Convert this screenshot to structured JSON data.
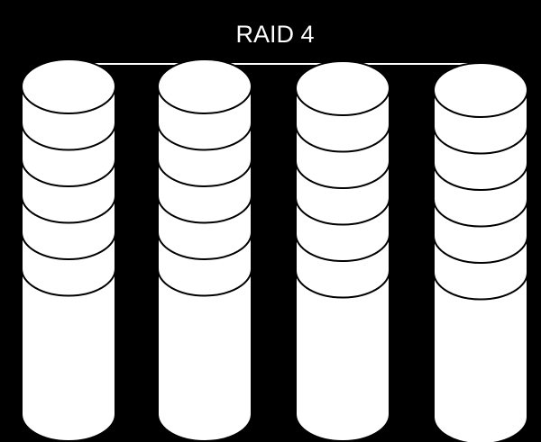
{
  "diagram": {
    "title": "RAID 4",
    "disks": [
      {
        "stripes": 5
      },
      {
        "stripes": 5
      },
      {
        "stripes": 5
      },
      {
        "stripes": 5
      }
    ]
  },
  "colors": {
    "background": "#000000",
    "disk_fill": "#ffffff",
    "outline": "#000000",
    "connector": "#ffffff"
  }
}
